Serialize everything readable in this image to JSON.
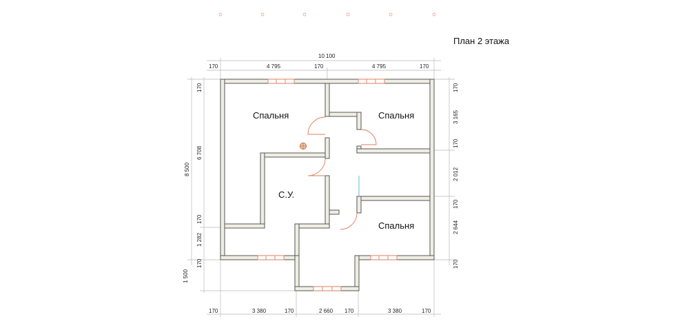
{
  "title": "План 2 этажа",
  "rooms": {
    "bedroom_nw": "Спальня",
    "bedroom_ne": "Спальня",
    "bathroom": "С.У.",
    "bedroom_se": "Спальня"
  },
  "dimensions": {
    "top_total": "10 100",
    "top": [
      "170",
      "4 795",
      "170",
      "4 795",
      "170"
    ],
    "bottom": [
      "170",
      "3 380",
      "170",
      "2 660",
      "170",
      "3 380",
      "170"
    ],
    "left_total": "8 500",
    "left_inner": [
      "170",
      "6 708",
      "170",
      "1 282",
      "170",
      "1 500"
    ],
    "right": [
      "170",
      "3 165",
      "170",
      "2 012",
      "170",
      "2 644",
      "170"
    ]
  }
}
